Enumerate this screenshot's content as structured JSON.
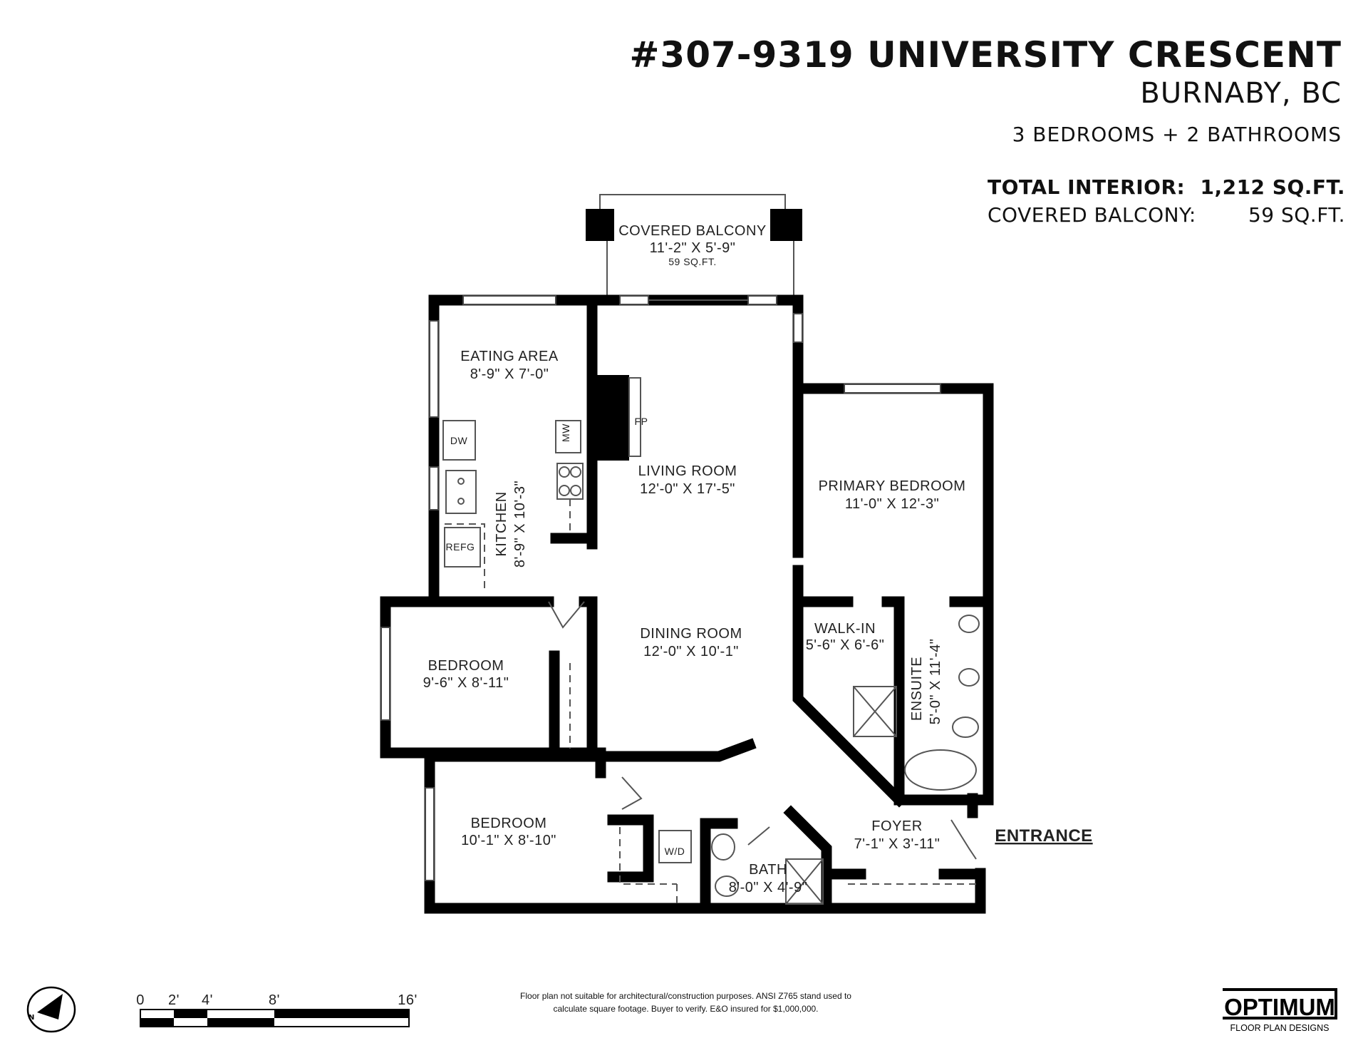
{
  "header": {
    "title": "#307-9319 UNIVERSITY CRESCENT",
    "city": "BURNABY, BC",
    "rooms": "3 BEDROOMS + 2 BATHROOMS"
  },
  "areas": [
    {
      "label": "TOTAL INTERIOR:",
      "value": "1,212 SQ.FT."
    },
    {
      "label": "COVERED BALCONY:",
      "value": "59 SQ.FT."
    }
  ],
  "plan": {
    "balcony": {
      "name": "COVERED BALCONY",
      "dims": "11'-2\" X 5'-9\"",
      "area": "59 SQ.FT."
    },
    "eating": {
      "name": "EATING AREA",
      "dims": "8'-9\" X 7'-0\""
    },
    "kitchen": {
      "name": "KITCHEN",
      "dims": "8'-9\" X 10'-3\""
    },
    "living": {
      "name": "LIVING ROOM",
      "dims": "12'-0\" X 17'-5\""
    },
    "primary": {
      "name": "PRIMARY BEDROOM",
      "dims": "11'-0\" X 12'-3\""
    },
    "walkin": {
      "name": "WALK-IN",
      "dims": "5'-6\" X 6'-6\""
    },
    "ensuite": {
      "name": "ENSUITE",
      "dims": "5'-0\" X 11'-4\""
    },
    "dining": {
      "name": "DINING ROOM",
      "dims": "12'-0\" X 10'-1\""
    },
    "bedroom1": {
      "name": "BEDROOM",
      "dims": "9'-6\" X 8'-11\""
    },
    "bedroom2": {
      "name": "BEDROOM",
      "dims": "10'-1\" X 8'-10\""
    },
    "bath": {
      "name": "BATH",
      "dims": "8'-0\" X 4'-9\""
    },
    "foyer": {
      "name": "FOYER",
      "dims": "7'-1\" X 3'-11\""
    },
    "entrance": "ENTRANCE",
    "fixtures": {
      "fp": "FP",
      "mw": "MW",
      "dw": "DW",
      "refg": "REFG",
      "wd": "W/D"
    }
  },
  "compass": {
    "north": "N"
  },
  "scale": {
    "ticks": [
      "0",
      "2'",
      "4'",
      "8'",
      "16'"
    ]
  },
  "disclaimer": [
    "Floor plan not suitable for architectural/construction purposes. ANSI Z765 stand used to",
    "calculate square footage. Buyer to verify.  E&O insured for $1,000,000."
  ],
  "logo": {
    "name": "OPTIMUM",
    "tagline": "FLOOR PLAN DESIGNS"
  }
}
